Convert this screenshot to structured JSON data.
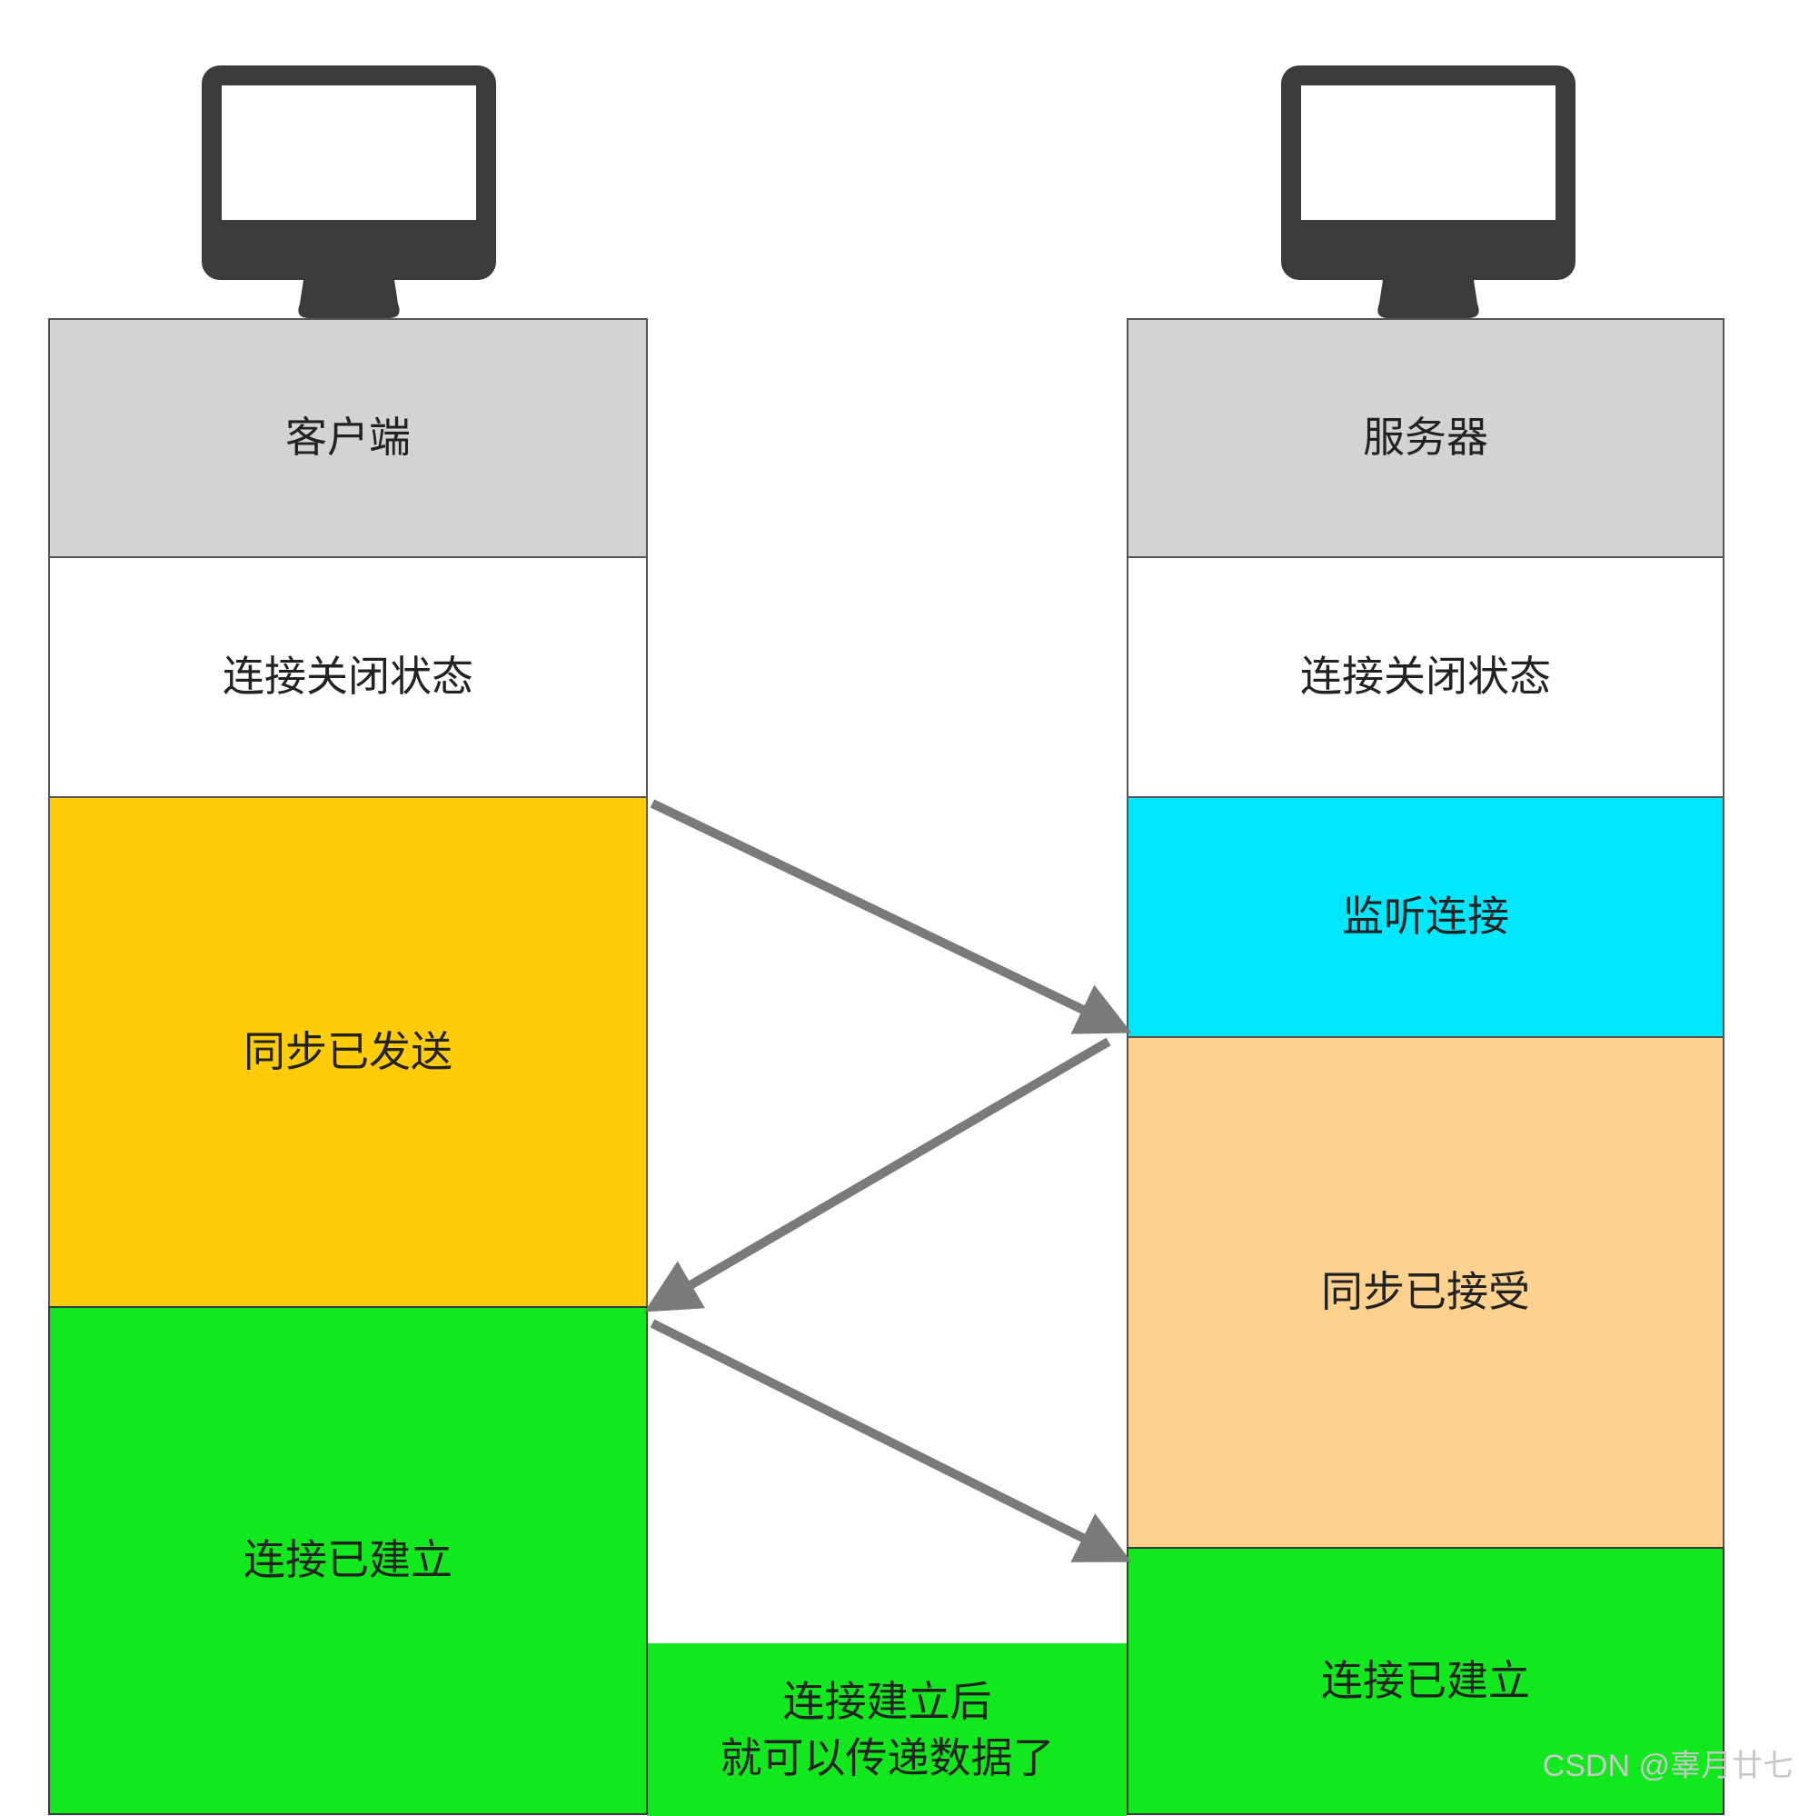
{
  "colors": {
    "header": "#d3d3d3",
    "closed": "#ffffff",
    "syn_sent": "#ffcc0a",
    "listen": "#00e8ff",
    "syn_received": "#fdd28e",
    "established": "#12e81e",
    "arrow": "#7a7a7a",
    "monitor": "#3b3b3b"
  },
  "client": {
    "monitor_icon": "monitor-icon",
    "title": "客户端",
    "states": {
      "closed": "连接关闭状态",
      "syn_sent": "同步已发送",
      "established": "连接已建立"
    }
  },
  "server": {
    "monitor_icon": "monitor-icon",
    "title": "服务器",
    "states": {
      "closed": "连接关闭状态",
      "listen": "监听连接",
      "syn_received": "同步已接受",
      "established": "连接已建立"
    }
  },
  "data_transfer": {
    "line1": "连接建立后",
    "line2": "就可以传递数据了"
  },
  "watermark": "CSDN @辜月廿七"
}
